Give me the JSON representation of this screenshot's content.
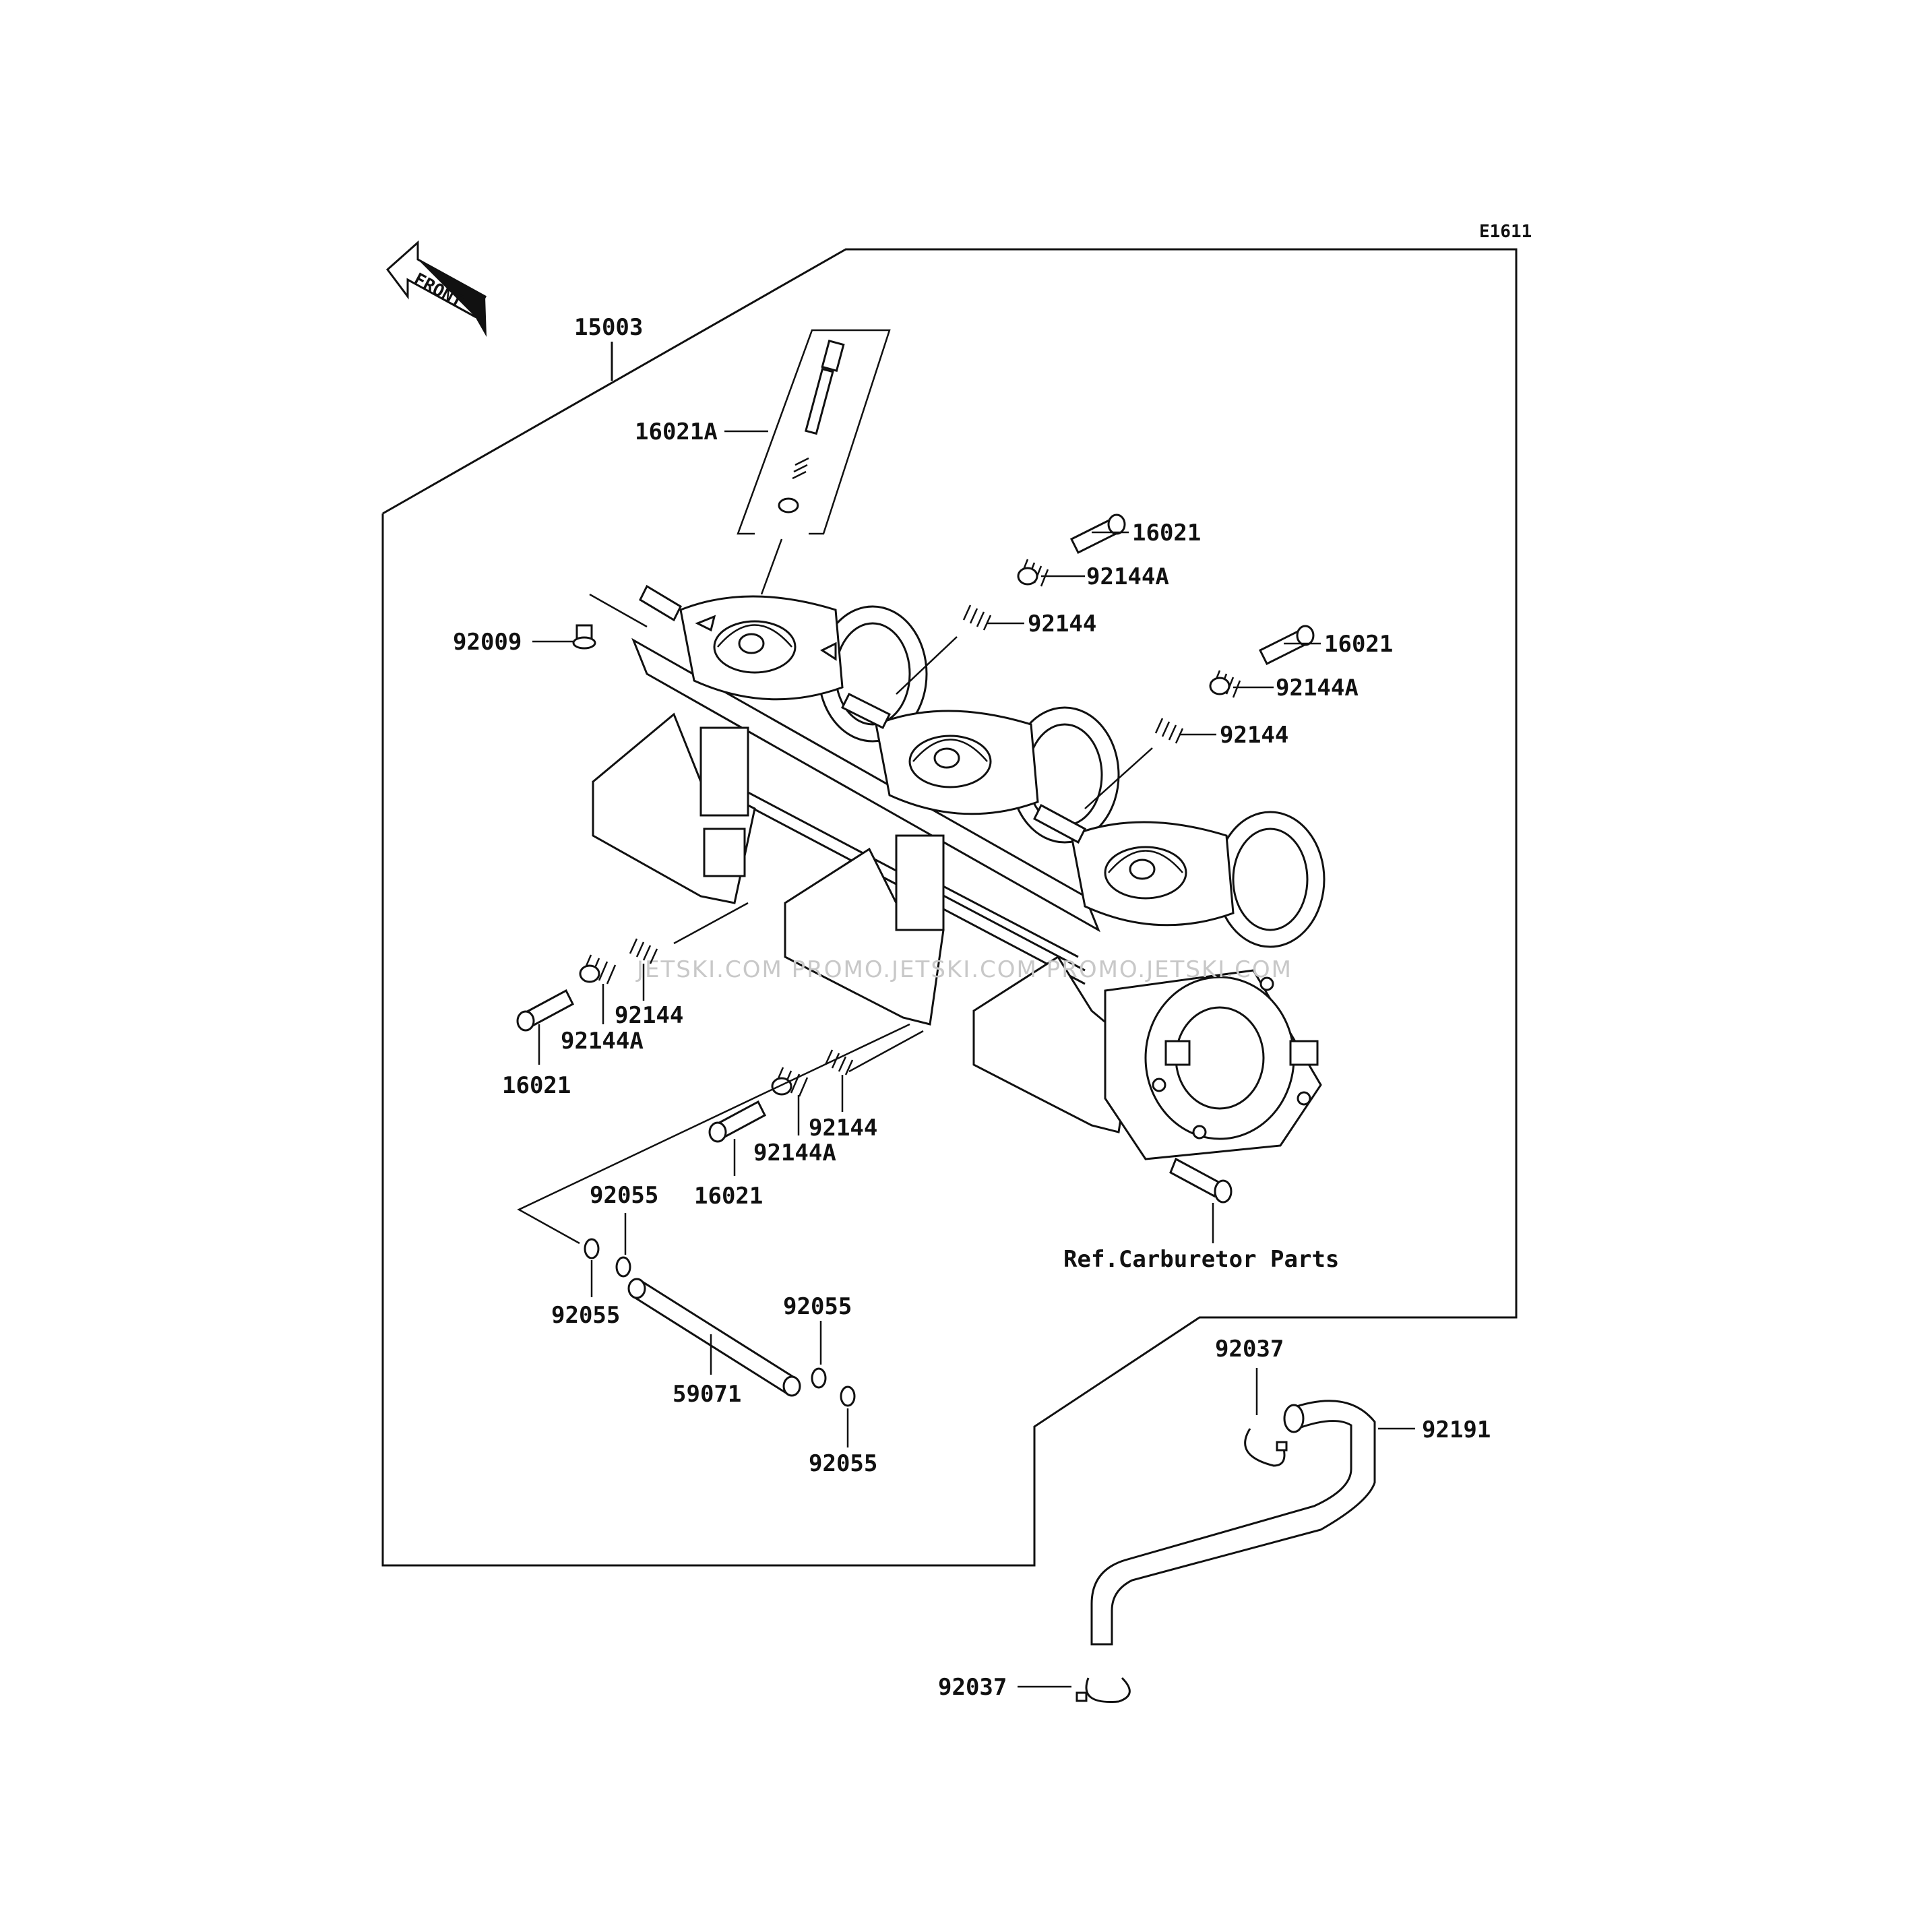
{
  "diagram_code": "E1611",
  "front_arrow_text": "FRONT",
  "watermark": "JETSKI.COM   PROMO.JETSKI.COM  PROMO.JETSKI.COM",
  "reference_note": "Ref.Carburetor Parts",
  "callouts": {
    "assembly": "15003",
    "pilot_screw_kit": "16021A",
    "plug": "92009",
    "screw_a": "16021",
    "spring_a_a": "92144A",
    "spring_a": "92144",
    "screw_b": "16021",
    "spring_b_a": "92144A",
    "spring_b": "92144",
    "spring_c": "92144",
    "spring_c_a": "92144A",
    "screw_c": "16021",
    "spring_d": "92144",
    "spring_d_a": "92144A",
    "screw_d": "16021",
    "oring_1": "92055",
    "oring_2": "92055",
    "pipe": "59071",
    "oring_3": "92055",
    "oring_4": "92055",
    "clamp_top": "92037",
    "hose": "92191",
    "clamp_bottom": "92037"
  }
}
